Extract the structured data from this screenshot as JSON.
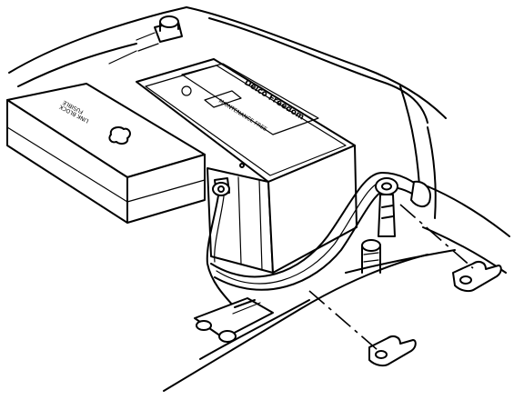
{
  "battery": {
    "brand": "Delco Freedom",
    "text_lines": [
      "MAINTENANCE FREE"
    ]
  },
  "fuse_block": {
    "lines": [
      "FUSIBLE",
      "LINK BLOCK"
    ]
  },
  "colors": {
    "ink": "#000000",
    "paper": "#ffffff"
  }
}
